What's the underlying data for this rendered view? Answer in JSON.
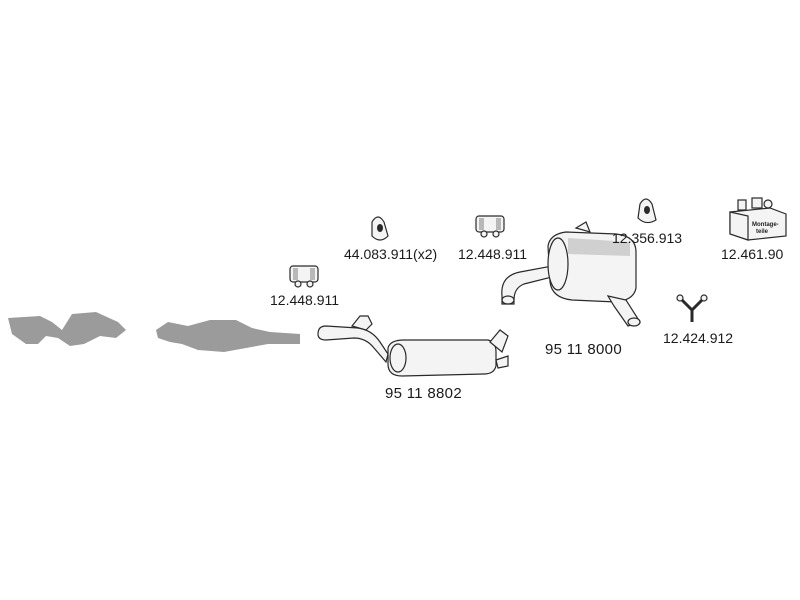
{
  "parts": {
    "clamp_left": "12.448.911",
    "mount_a": "44.083.911(x2)",
    "clamp_mid": "12.448.911",
    "rubber_mount": "12.356.913",
    "mounting_kit": "12.461.90",
    "front_silencer": "95 11 8802",
    "rear_silencer": "95 11 8000",
    "y_hanger": "12.424.912"
  },
  "kit_box_text": [
    "Montage-",
    "teile"
  ],
  "colors": {
    "grey_part": "#9b9b9b",
    "outline": "#2a2a2a"
  }
}
